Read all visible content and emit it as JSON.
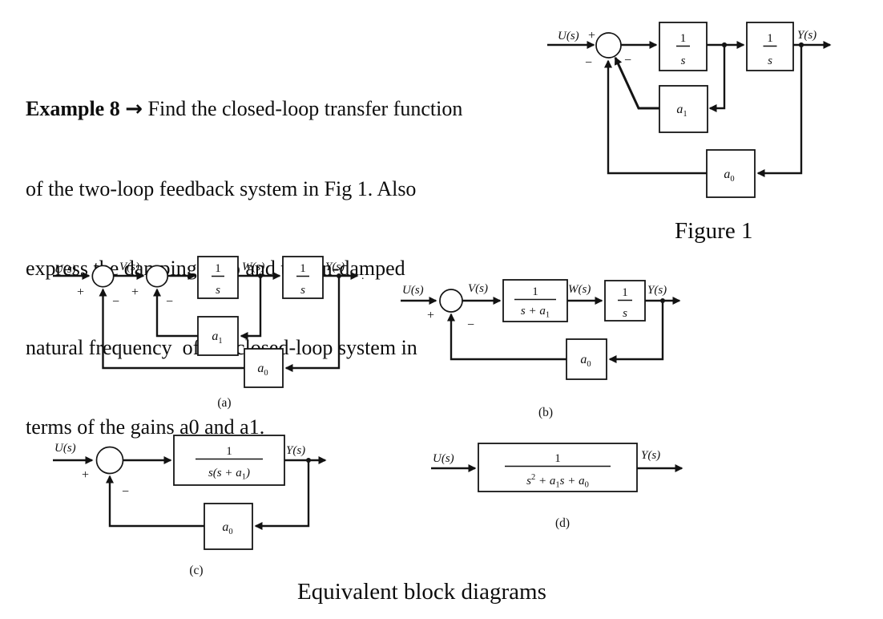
{
  "problem": {
    "lead_bold": "Example 8 ",
    "arrow": "→",
    "line1_rest": " Find the closed-loop transfer function",
    "line2": "of the two-loop feedback system in Fig 1. Also",
    "line3": "express the damping ratio and the un-damped",
    "line4": "natural frequency  of the closed-loop system in",
    "line5": "terms of the gains a0 and a1."
  },
  "captions": {
    "figure1": "Figure 1",
    "bottom": "Equivalent block diagrams",
    "a": "(a)",
    "b": "(b)",
    "c": "(c)",
    "d": "(d)"
  },
  "fig1": {
    "input_label": "U(s)",
    "plus": "+",
    "minus_left": "−",
    "minus_right": "−",
    "int1_num": "1",
    "int1_den": "s",
    "int2_num": "1",
    "int2_den": "s",
    "a1_base": "a",
    "a1_sub": "1",
    "a0_base": "a",
    "a0_sub": "0",
    "output_label": "Y(s)"
  },
  "diag_a": {
    "input_label": "U(s)",
    "v_label": "V(s)",
    "w_label": "W(s)",
    "output_label": "Y(s)",
    "plus1": "+",
    "minus1": "−",
    "plus2": "+",
    "minus2": "−",
    "int1_num": "1",
    "int1_den": "s",
    "int2_num": "1",
    "int2_den": "s",
    "a1_base": "a",
    "a1_sub": "1",
    "a0_base": "a",
    "a0_sub": "0",
    "after_output": "."
  },
  "diag_b": {
    "input_label": "U(s)",
    "v_label": "V(s)",
    "w_label": "W(s)",
    "output_label": "Y(s)",
    "plus": "+",
    "minus": "−",
    "b1_num": "1",
    "b1_den_pre": "s + a",
    "b1_den_sub": "1",
    "int_num": "1",
    "int_den": "s",
    "a0_base": "a",
    "a0_sub": "0"
  },
  "diag_c": {
    "input_label": "U(s)",
    "output_label": "Y(s)",
    "plus": "+",
    "minus": "−",
    "num": "1",
    "den_pre": "s(s + a",
    "den_sub": "1",
    "den_post": ")",
    "a0_base": "a",
    "a0_sub": "0"
  },
  "diag_d": {
    "input_label": "U(s)",
    "output_label": "Y(s)",
    "num": "1",
    "den_s": "s",
    "den_sup": "2",
    "den_mid1": " + a",
    "den_sub1": "1",
    "den_mid2": "s + a",
    "den_sub0": "0"
  }
}
